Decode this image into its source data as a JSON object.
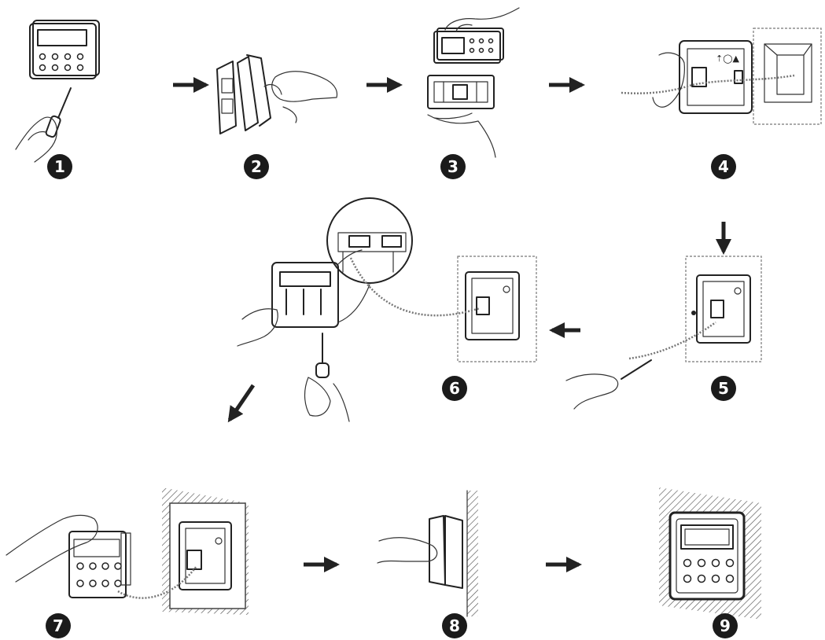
{
  "steps": [
    {
      "number": "1"
    },
    {
      "number": "2"
    },
    {
      "number": "3"
    },
    {
      "number": "4"
    },
    {
      "number": "5"
    },
    {
      "number": "6"
    },
    {
      "number": "7"
    },
    {
      "number": "8"
    },
    {
      "number": "9"
    }
  ],
  "flow_arrows": [
    {
      "from": "1",
      "to": "2",
      "direction": "right"
    },
    {
      "from": "2",
      "to": "3",
      "direction": "right"
    },
    {
      "from": "3",
      "to": "4",
      "direction": "right"
    },
    {
      "from": "4",
      "to": "5",
      "direction": "down"
    },
    {
      "from": "5",
      "to": "6",
      "direction": "left"
    },
    {
      "from": "6",
      "to": "7",
      "direction": "down-left"
    },
    {
      "from": "7",
      "to": "8",
      "direction": "right"
    },
    {
      "from": "8",
      "to": "9",
      "direction": "right"
    }
  ],
  "panel_symbol": "⇡◯▲"
}
